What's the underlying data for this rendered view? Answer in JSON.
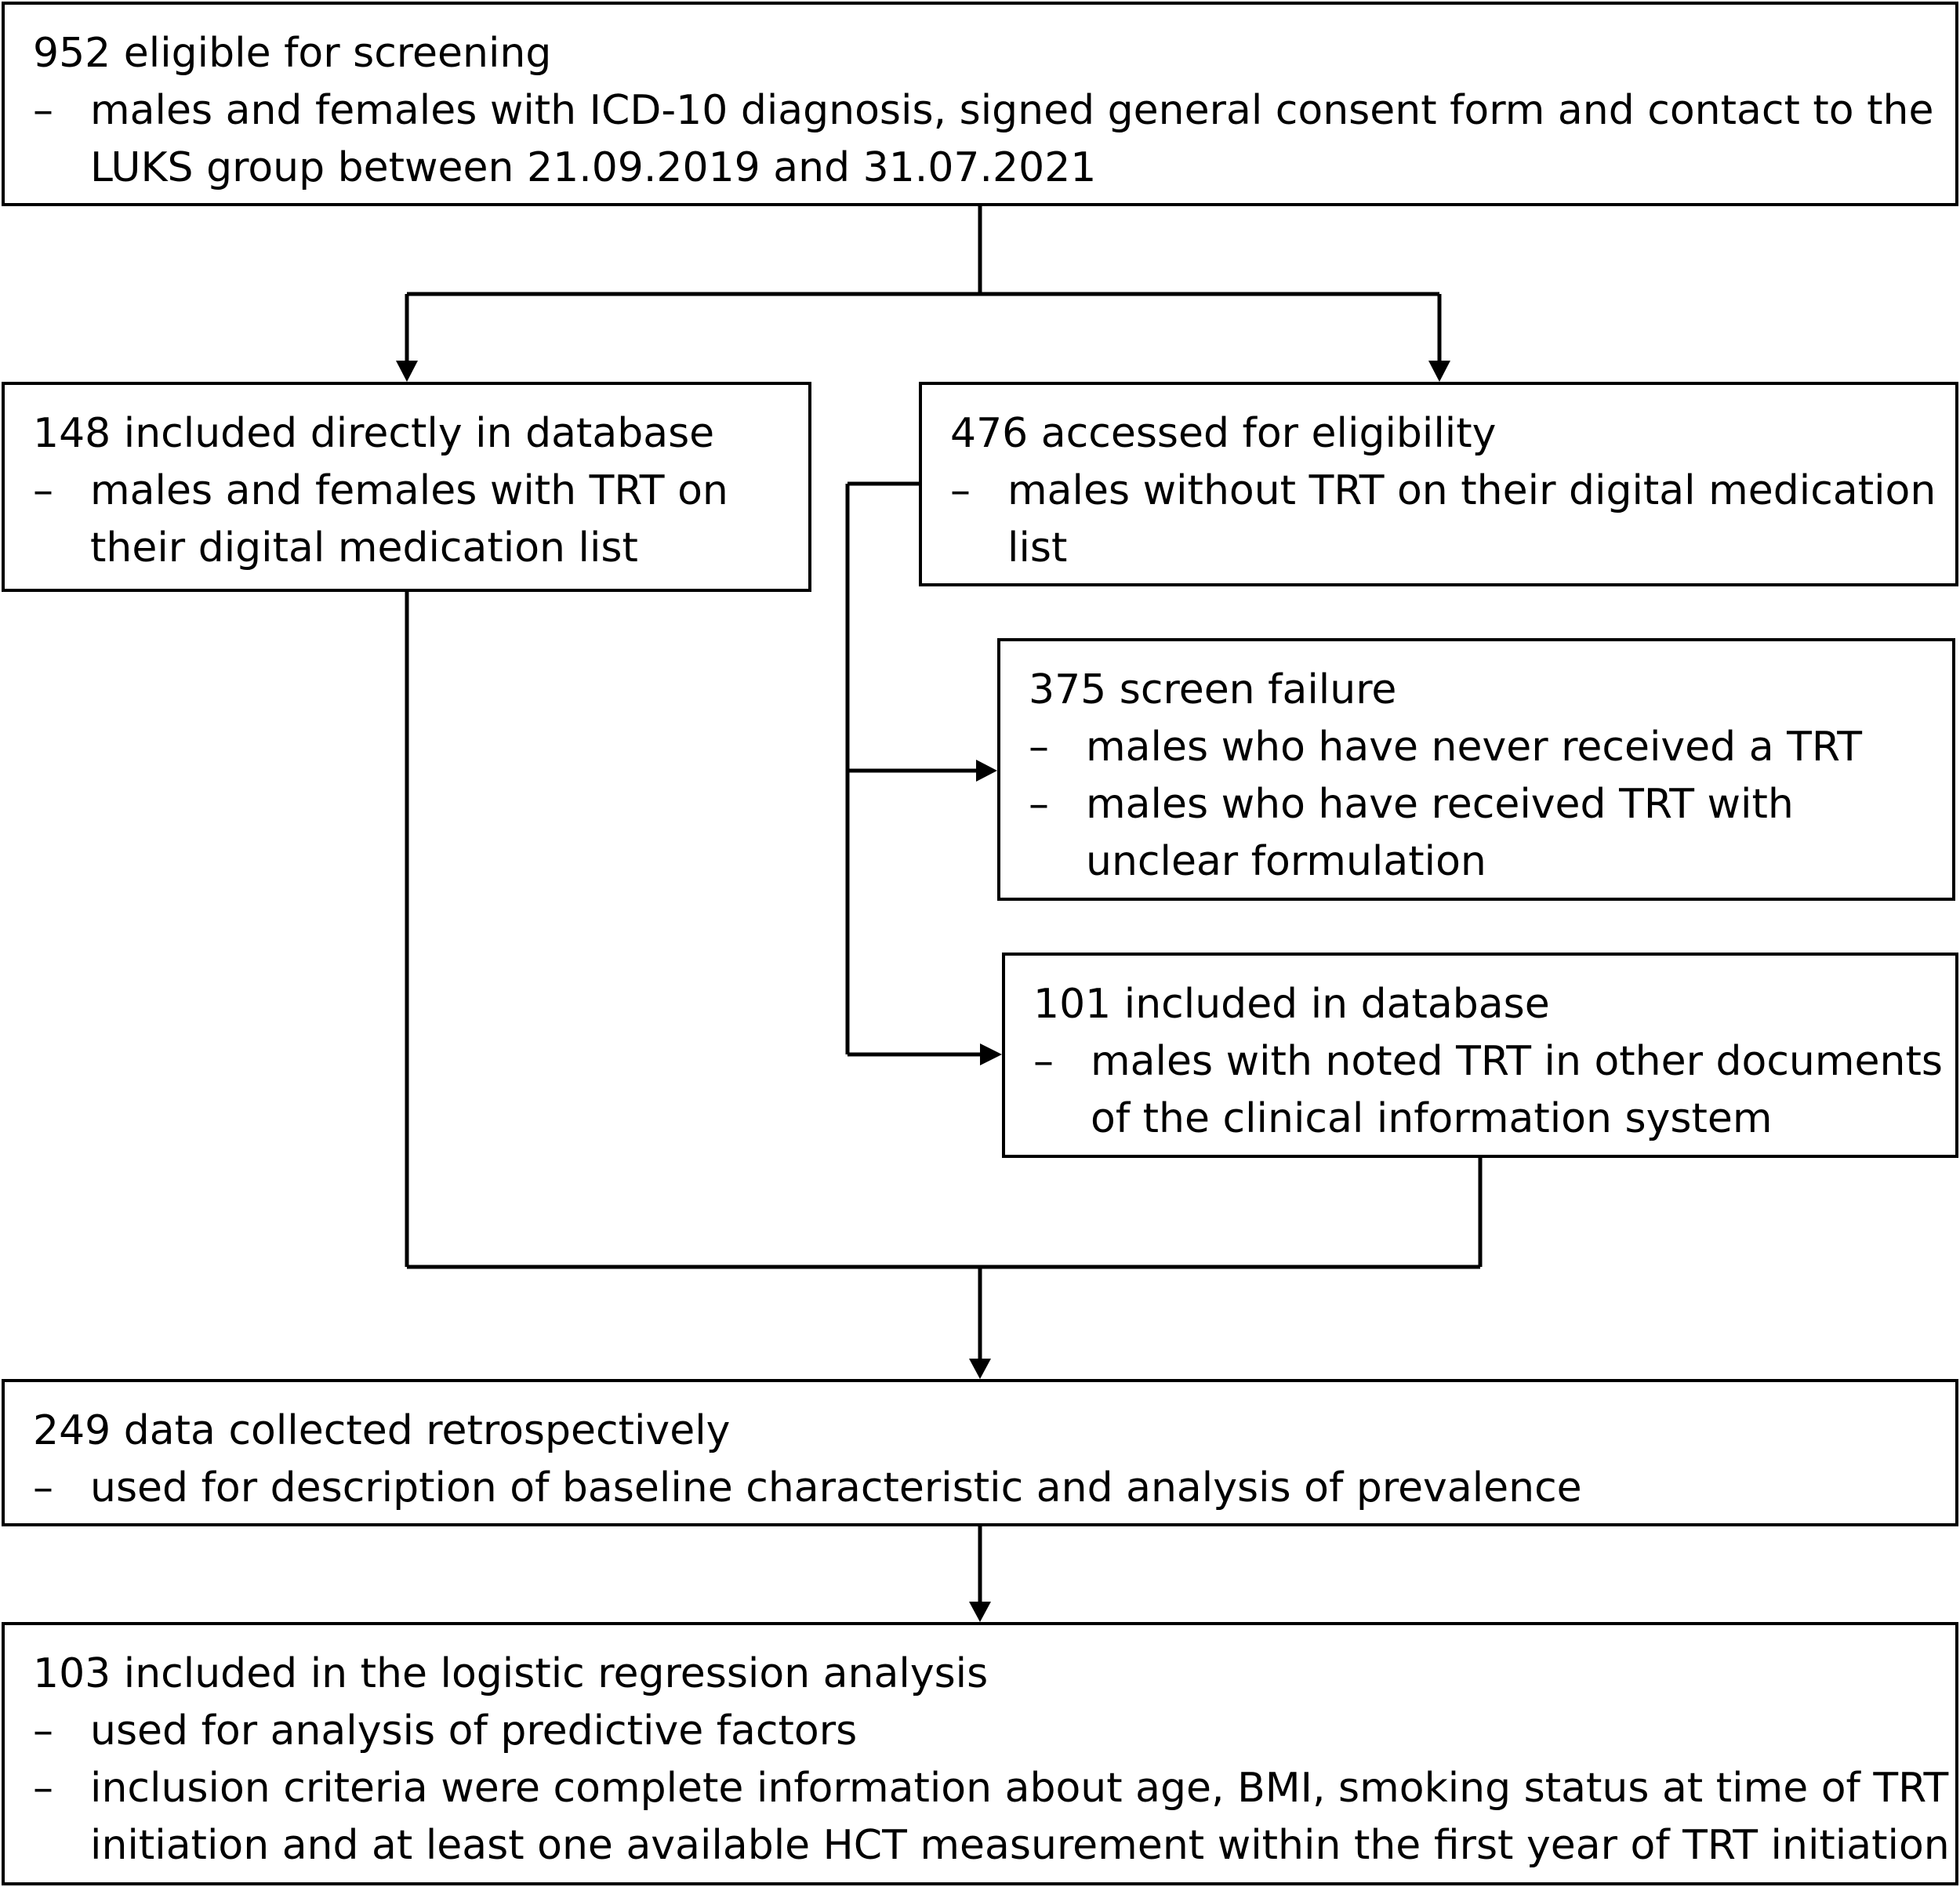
{
  "flowchart": {
    "screening": {
      "title": "952 eligible for screening",
      "bullets": [
        "males and females with ICD-10 diagnosis, signed general consent form and contact to the LUKS group between 21.09.2019 and 31.07.2021"
      ]
    },
    "direct": {
      "title": "148 included directly in database",
      "bullets": [
        "males and females with TRT on their digital medication list"
      ]
    },
    "eligible": {
      "title": "476 accessed for eligibility",
      "bullets": [
        "males without TRT on their digital medication list"
      ]
    },
    "failure": {
      "title": "375 screen failure",
      "bullets": [
        "males who have never received a TRT",
        "males who have received TRT with unclear formulation"
      ]
    },
    "included": {
      "title": "101 included in database",
      "bullets": [
        "males with noted TRT in other documents of the clinical information system"
      ]
    },
    "retro": {
      "title": "249 data collected retrospectively",
      "bullets": [
        "used for description of baseline characteristic and analysis of prevalence"
      ]
    },
    "regression": {
      "title": "103 included in the logistic regression analysis",
      "bullets": [
        "used for analysis of predictive factors",
        "inclusion criteria were complete information about age, BMI, smoking status at time of  TRT initiation and at least one available HCT measurement within the first year of TRT initiation"
      ]
    },
    "bullet_symbol": "–",
    "line_color": "#000000"
  }
}
